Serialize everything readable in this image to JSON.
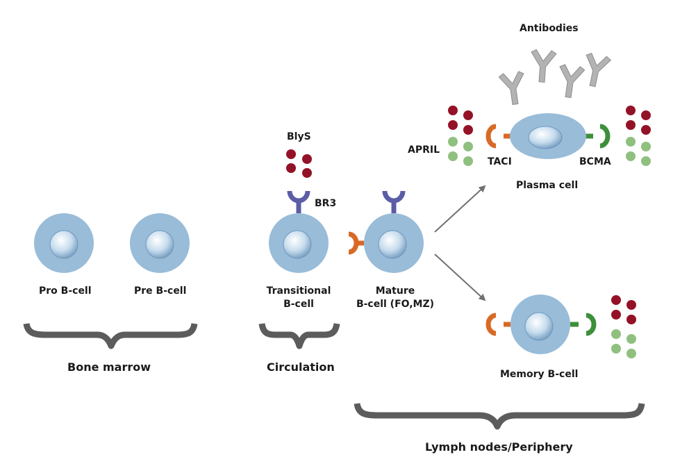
{
  "stages": {
    "pro_b_cell": "Pro B-cell",
    "pre_b_cell": "Pre B-cell",
    "transitional_line1": "Transitional",
    "transitional_line2": "B-cell",
    "mature_line1": "Mature",
    "mature_line2": "B-cell (FO,MZ)",
    "plasma_cell": "Plasma cell",
    "memory_b_cell": "Memory B-cell"
  },
  "compartments": {
    "bone_marrow": "Bone marrow",
    "circulation": "Circulation",
    "lymph_nodes": "Lymph nodes/Periphery"
  },
  "molecules": {
    "blys": "BlyS",
    "br3": "BR3",
    "april": "APRIL",
    "taci": "TACI",
    "bcma": "BCMA",
    "antibodies": "Antibodies"
  },
  "colors": {
    "cell": "#99bcd8",
    "nucleus": "#c6dced",
    "br3_receptor": "#5b5da6",
    "taci_receptor": "#d86a26",
    "bcma_receptor": "#3d8f3a",
    "blys_dot": "#941227",
    "april_dot": "#8fc07f",
    "antibody": "#b3b3b3",
    "brace": "#5c5c5c",
    "arrow": "#707070"
  }
}
